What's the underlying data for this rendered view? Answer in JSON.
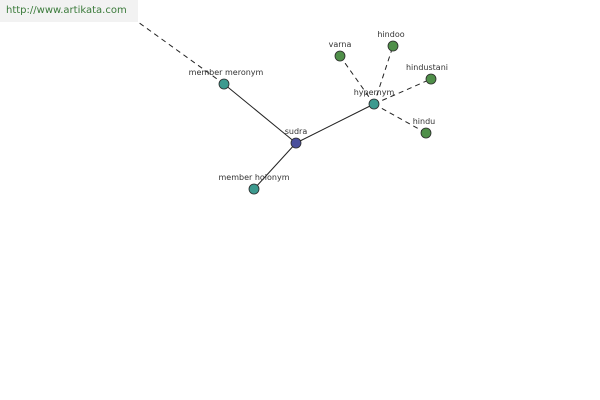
{
  "banner": {
    "url": "http://www.artikata.com"
  },
  "colors": {
    "center": "#4a4f9c",
    "relation": "#3d9a8f",
    "leaf": "#4f8f49",
    "stroke": "#2a2a2a",
    "edge": "#222222"
  },
  "graph": {
    "center": {
      "id": "sudra",
      "label": "sudra"
    },
    "relations": [
      {
        "id": "member-meronym",
        "label": "member meronym"
      },
      {
        "id": "member-holonym",
        "label": "member holonym"
      },
      {
        "id": "hypernym",
        "label": "hypernym"
      }
    ],
    "leaves": [
      {
        "id": "varna",
        "label": "varna",
        "parent": "hypernym"
      },
      {
        "id": "hindoo",
        "label": "hindoo",
        "parent": "hypernym"
      },
      {
        "id": "hindustani",
        "label": "hindustani",
        "parent": "hypernym"
      },
      {
        "id": "hindu",
        "label": "hindu",
        "parent": "hypernym"
      }
    ]
  }
}
